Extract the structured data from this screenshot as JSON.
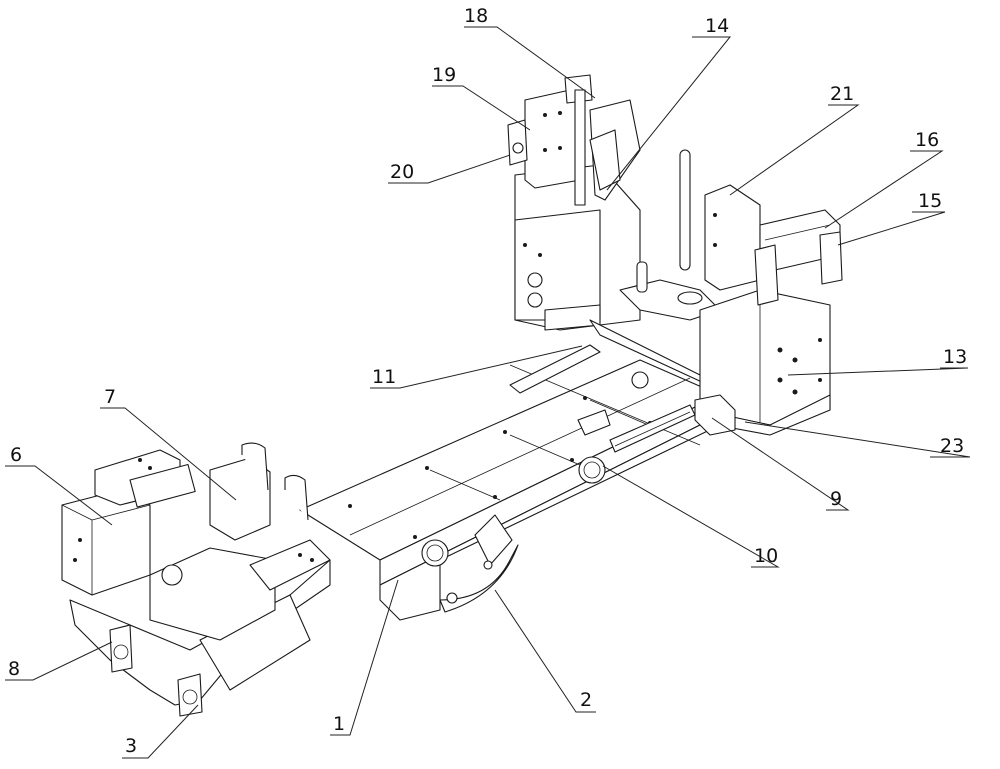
{
  "figure": {
    "type": "patent-style isometric mechanical assembly drawing",
    "line_color": "#1a1a1a",
    "background": "#ffffff"
  },
  "callouts": [
    {
      "label": "1",
      "target": "base-platform"
    },
    {
      "label": "2",
      "target": "arc-guide"
    },
    {
      "label": "3",
      "target": "left-frame-foot"
    },
    {
      "label": "6",
      "target": "left-motor-unit"
    },
    {
      "label": "7",
      "target": "rear-motor-unit"
    },
    {
      "label": "8",
      "target": "lower-bracket"
    },
    {
      "label": "9",
      "target": "right-end-block"
    },
    {
      "label": "10",
      "target": "linear-rail"
    },
    {
      "label": "11",
      "target": "cross-beam"
    },
    {
      "label": "13",
      "target": "right-column-plate"
    },
    {
      "label": "14",
      "target": "upper-column-arm"
    },
    {
      "label": "15",
      "target": "cylinder-bracket"
    },
    {
      "label": "16",
      "target": "pneumatic-cylinder"
    },
    {
      "label": "18",
      "target": "top-handle"
    },
    {
      "label": "19",
      "target": "clamp-plate"
    },
    {
      "label": "20",
      "target": "side-clamp"
    },
    {
      "label": "21",
      "target": "right-clamp-plate"
    },
    {
      "label": "23",
      "target": "right-base-plate"
    }
  ]
}
